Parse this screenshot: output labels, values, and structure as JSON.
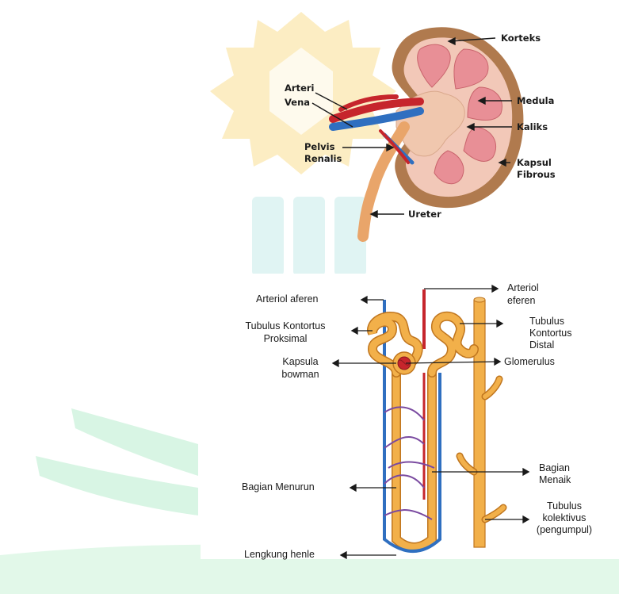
{
  "kidney": {
    "labels": {
      "korteks": "Korteks",
      "arteri": "Arteri",
      "vena": "Vena",
      "medula": "Medula",
      "kaliks": "Kaliks",
      "pelvis_line1": "Pelvis",
      "pelvis_line2": "Renalis",
      "kapsul_line1": "Kapsul",
      "kapsul_line2": "Fibrous",
      "ureter": "Ureter"
    }
  },
  "nephron": {
    "labels": {
      "arteriol_aferen": "Arteriol aferen",
      "arteriol_eferen_line1": "Arteriol",
      "arteriol_eferen_line2": "eferen",
      "tkp_line1": "Tubulus Kontortus",
      "tkp_line2": "Proksimal",
      "tkd_line1": "Tubulus",
      "tkd_line2": "Kontortus",
      "tkd_line3": "Distal",
      "kapsula_line1": "Kapsula",
      "kapsula_line2": "bowman",
      "glomerulus": "Glomerulus",
      "menaik_line1": "Bagian",
      "menaik_line2": "Menaik",
      "menurun": "Bagian Menurun",
      "kolektivus_line1": "Tubulus",
      "kolektivus_line2": "kolektivus",
      "kolektivus_line3": "(pengumpul)",
      "henle": "Lengkung henle"
    }
  },
  "colors": {
    "cortex": "#b07a4e",
    "cortex_inner": "#f2c8b8",
    "medulla": "#e88f96",
    "artery": "#c6252c",
    "vein": "#2f6fc0",
    "ureter": "#e9a56a",
    "tubule": "#f0a23a",
    "watermark_yellow": "#f9d77a",
    "watermark_teal": "#c7ecea",
    "watermark_green": "#9fe6b8"
  }
}
